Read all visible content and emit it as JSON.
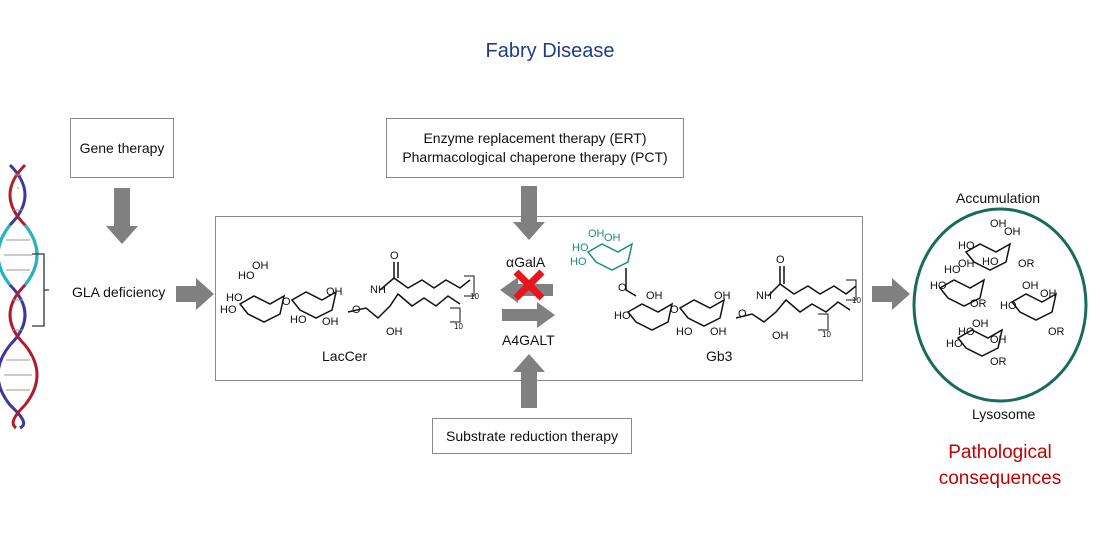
{
  "title": "Fabry Disease",
  "gene_therapy": "Gene therapy",
  "gla_deficiency": "GLA deficiency",
  "ert_pct": {
    "line1": "Enzyme replacement therapy (ERT)",
    "line2": "Pharmacological chaperone therapy (PCT)"
  },
  "substrate_reduction": "Substrate reduction therapy",
  "enzyme_alpha_gal_a": "αGalA",
  "enzyme_a4galt": "A4GALT",
  "lactosylceramide_label": "LacCer",
  "gb3_label": "Gb3",
  "accumulation": "Accumulation",
  "lysosome": "Lysosome",
  "pathological": {
    "line1": "Pathological",
    "line2": "consequences"
  },
  "chem": {
    "ho": "HO",
    "oh": "OH",
    "o": "O",
    "nh": "NH",
    "h": "H",
    "or": "OR",
    "n": "N",
    "sub10": "10"
  },
  "colors": {
    "title": "#1f3c88",
    "pathological": "#c00000",
    "lysosome_border": "#1a6b5c",
    "gb3_galactose": "#1a8c8c",
    "arrow_gray": "#808080",
    "cross_red": "#e8141e"
  }
}
